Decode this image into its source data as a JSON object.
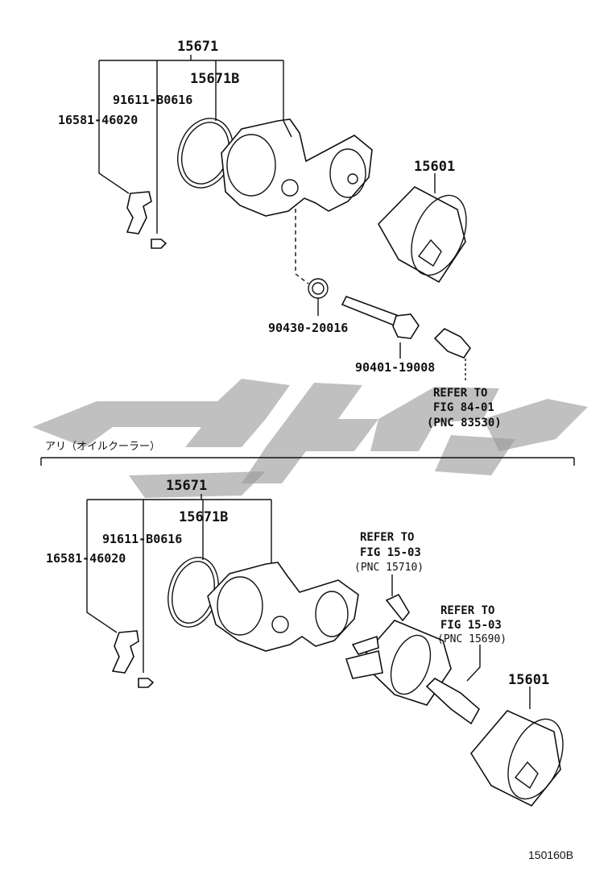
{
  "upper": {
    "assembly": "15671",
    "gasket": "15671B",
    "bolt": "91611-B0616",
    "bracket": "16581-46020",
    "filter": "15601",
    "washer": "90430-20016",
    "union_bolt": "90401-19008",
    "ref_line1": "REFER TO",
    "ref_line2": "FIG 84-01",
    "ref_line3": "(PNC 83530)"
  },
  "section_label": "アリ（オイルクーラー）",
  "lower": {
    "assembly": "15671",
    "gasket": "15671B",
    "bolt": "91611-B0616",
    "bracket": "16581-46020",
    "filter": "15601",
    "ref_a_line1": "REFER TO",
    "ref_a_line2": "FIG 15-03",
    "ref_a_line3": "(PNC 15710)",
    "ref_b_line1": "REFER TO",
    "ref_b_line2": "FIG 15-03",
    "ref_b_line3": "(PNC 15690)"
  },
  "figure_code": "150160B",
  "colors": {
    "line": "#111111",
    "watermark": "#9a9a9a",
    "background": "#ffffff"
  }
}
